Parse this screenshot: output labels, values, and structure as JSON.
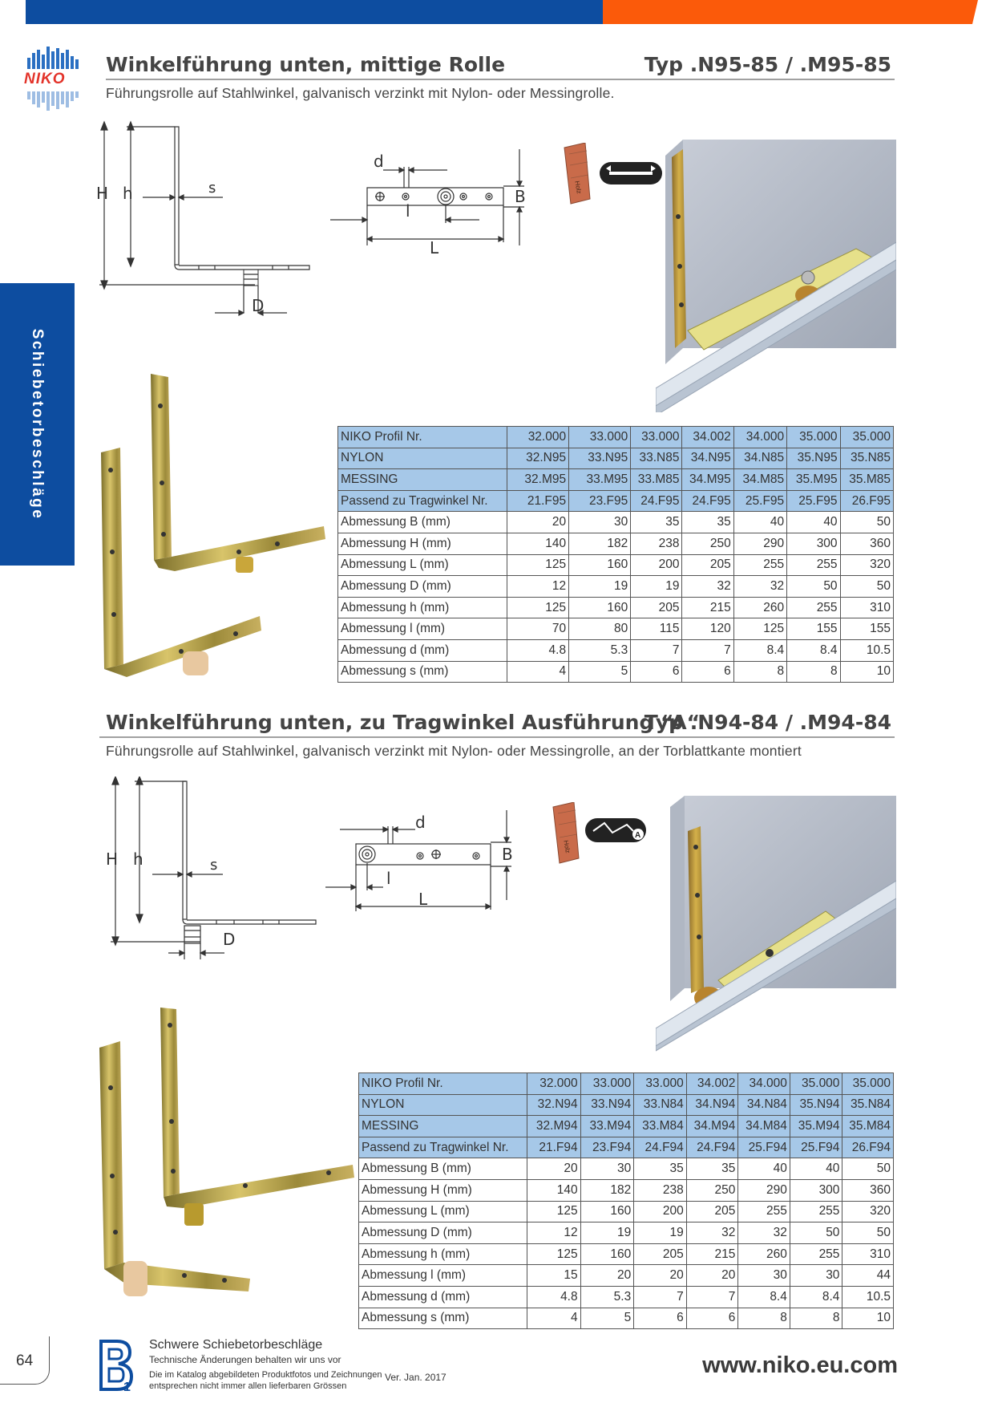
{
  "side_tab": "Schiebetorbeschläge",
  "logo": {
    "word": "NIKO"
  },
  "section1": {
    "title": "Winkelführung unten, mittige Rolle",
    "type": "Typ .N95-85 / .M95-85",
    "subtitle": "Führungsrolle auf Stahlwinkel, galvanisch verzinkt mit Nylon- oder Messingrolle.",
    "drawing_labels": {
      "H": "H",
      "h": "h",
      "s": "s",
      "D": "D",
      "d": "d",
      "B": "B",
      "l": "l",
      "L": "L"
    },
    "holz": "Holz",
    "table": {
      "header": [
        "NIKO Profil Nr.",
        "32.000",
        "33.000",
        "33.000",
        "34.002",
        "34.000",
        "35.000",
        "35.000"
      ],
      "rows": [
        [
          "NYLON",
          "32.N95",
          "33.N95",
          "33.N85",
          "34.N95",
          "34.N85",
          "35.N95",
          "35.N85"
        ],
        [
          "MESSING",
          "32.M95",
          "33.M95",
          "33.M85",
          "34.M95",
          "34.M85",
          "35.M95",
          "35.M85"
        ],
        [
          "Passend zu Tragwinkel Nr.",
          "21.F95",
          "23.F95",
          "24.F95",
          "24.F95",
          "25.F95",
          "25.F95",
          "26.F95"
        ],
        [
          "Abmessung B (mm)",
          "20",
          "30",
          "35",
          "35",
          "40",
          "40",
          "50"
        ],
        [
          "Abmessung H (mm)",
          "140",
          "182",
          "238",
          "250",
          "290",
          "300",
          "360"
        ],
        [
          "Abmessung L (mm)",
          "125",
          "160",
          "200",
          "205",
          "255",
          "255",
          "320"
        ],
        [
          "Abmessung D (mm)",
          "12",
          "19",
          "19",
          "32",
          "32",
          "50",
          "50"
        ],
        [
          "Abmessung h (mm)",
          "125",
          "160",
          "205",
          "215",
          "260",
          "255",
          "310"
        ],
        [
          "Abmessung l (mm)",
          "70",
          "80",
          "115",
          "120",
          "125",
          "155",
          "155"
        ],
        [
          "Abmessung d (mm)",
          "4.8",
          "5.3",
          "7",
          "7",
          "8.4",
          "8.4",
          "10.5"
        ],
        [
          "Abmessung s (mm)",
          "4",
          "5",
          "6",
          "6",
          "8",
          "8",
          "10"
        ]
      ]
    }
  },
  "section2": {
    "title": "Winkelführung unten, zu Tragwinkel Ausführung “A“",
    "type": "Typ .N94-84 / .M94-84",
    "subtitle": "Führungsrolle auf Stahlwinkel, galvanisch verzinkt mit Nylon- oder Messingrolle, an der Torblattkante montiert",
    "drawing_labels": {
      "H": "H",
      "h": "h",
      "s": "s",
      "D": "D",
      "d": "d",
      "B": "B",
      "l": "l",
      "L": "L"
    },
    "holz": "Holz",
    "badge": "A",
    "table": {
      "header": [
        "NIKO Profil Nr.",
        "32.000",
        "33.000",
        "33.000",
        "34.002",
        "34.000",
        "35.000",
        "35.000"
      ],
      "rows": [
        [
          "NYLON",
          "32.N94",
          "33.N94",
          "33.N84",
          "34.N94",
          "34.N84",
          "35.N94",
          "35.N84"
        ],
        [
          "MESSING",
          "32.M94",
          "33.M94",
          "33.M84",
          "34.M94",
          "34.M84",
          "35.M94",
          "35.M84"
        ],
        [
          "Passend zu Tragwinkel Nr.",
          "21.F94",
          "23.F94",
          "24.F94",
          "24.F94",
          "25.F94",
          "25.F94",
          "26.F94"
        ],
        [
          "Abmessung B (mm)",
          "20",
          "30",
          "35",
          "35",
          "40",
          "40",
          "50"
        ],
        [
          "Abmessung H (mm)",
          "140",
          "182",
          "238",
          "250",
          "290",
          "300",
          "360"
        ],
        [
          "Abmessung L (mm)",
          "125",
          "160",
          "200",
          "205",
          "255",
          "255",
          "320"
        ],
        [
          "Abmessung D (mm)",
          "12",
          "19",
          "19",
          "32",
          "32",
          "50",
          "50"
        ],
        [
          "Abmessung h (mm)",
          "125",
          "160",
          "205",
          "215",
          "260",
          "255",
          "310"
        ],
        [
          "Abmessung l (mm)",
          "15",
          "20",
          "20",
          "20",
          "30",
          "30",
          "44"
        ],
        [
          "Abmessung d (mm)",
          "4.8",
          "5.3",
          "7",
          "7",
          "8.4",
          "8.4",
          "10.5"
        ],
        [
          "Abmessung s (mm)",
          "4",
          "5",
          "6",
          "6",
          "8",
          "8",
          "10"
        ]
      ]
    }
  },
  "footer": {
    "page_number": "64",
    "title": "Schwere Schiebetorbeschläge",
    "line1": "Technische Änderungen behalten wir uns vor",
    "line2": "Die im Katalog abgebildeten Produktfotos und Zeichnungen",
    "line3": "entsprechen nicht immer allen lieferbaren Grössen",
    "version": "Ver. Jan. 2017",
    "url": "www.niko.eu.com"
  },
  "colors": {
    "brand_blue": "#0d4da0",
    "brand_orange": "#fb5a0a",
    "table_highlight": "#a6c8e8",
    "logo_red": "#e3332a"
  }
}
